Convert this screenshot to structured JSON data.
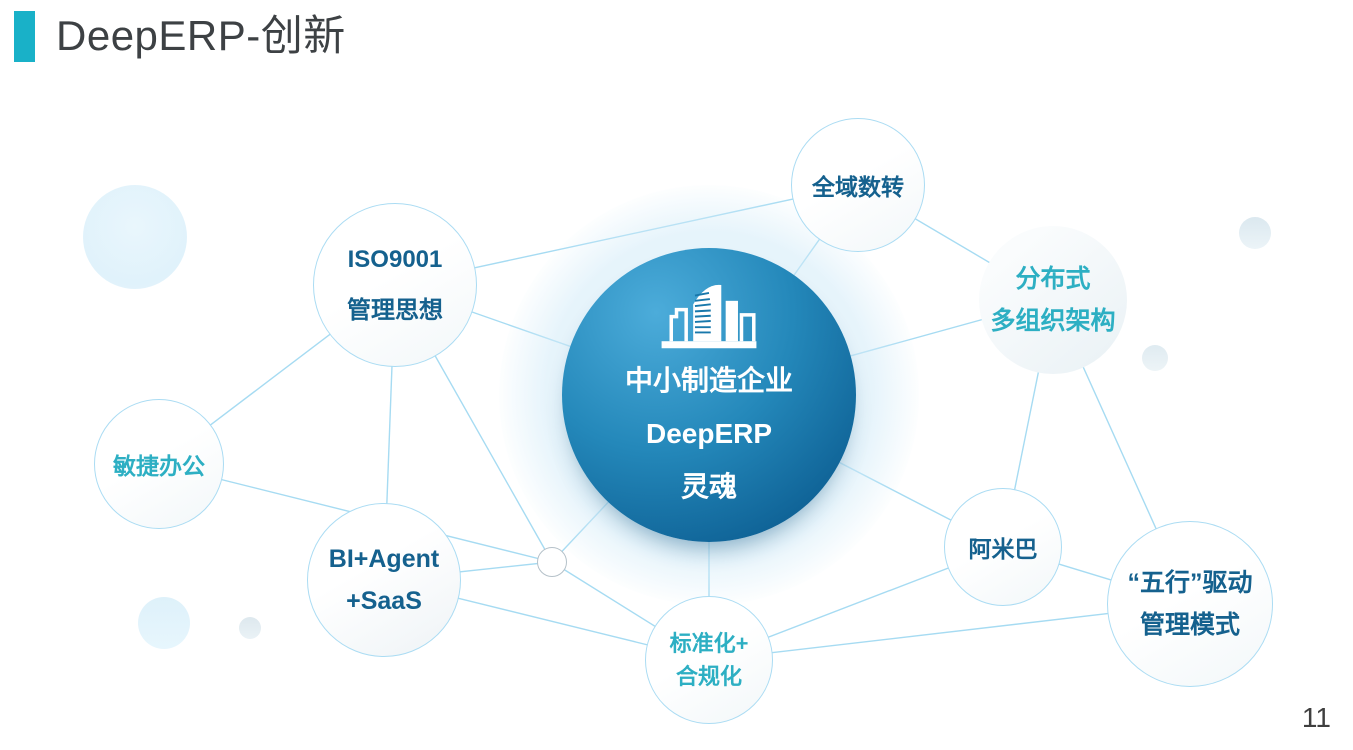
{
  "slide": {
    "title": "DeepERP-创新",
    "page_number": "11"
  },
  "diagram": {
    "center": {
      "icon": "buildings-icon",
      "line1": "中小制造企业",
      "line2": "DeepERP",
      "line3": "灵魂"
    },
    "nodes": {
      "quanyu": {
        "label": "全域数转"
      },
      "iso": {
        "line1": "ISO9001",
        "line2": "管理思想"
      },
      "fenbushi": {
        "line1": "分布式",
        "line2": "多组织架构"
      },
      "minjie": {
        "label": "敏捷办公"
      },
      "bi": {
        "line1": "BI+Agent",
        "line2": "+SaaS"
      },
      "biaozhun": {
        "line1": "标准化+",
        "line2": "合规化"
      },
      "amiba": {
        "label": "阿米巴"
      },
      "wuxing": {
        "line1": "“五行”驱动",
        "line2": "管理模式"
      }
    },
    "colors": {
      "accent_bar": "#19b1c8",
      "title_text": "#3d4144",
      "node_dark_text": "#15618e",
      "node_teal_text": "#2dafc3",
      "edge_line": "#a6dbf2",
      "center_gradient_start": "#4cacda",
      "center_gradient_end": "#0a568b",
      "circle_border": "#abdcf3",
      "page_number_text": "#3f3f3f"
    }
  }
}
